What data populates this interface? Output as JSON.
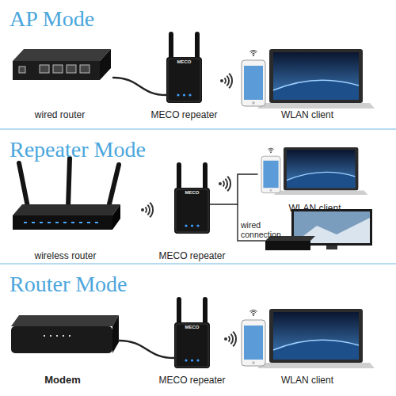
{
  "diagram": {
    "nodes": [
      {
        "text": [
          "AP Mode"
        ]
      },
      {
        "text": [
          "wired router"
        ],
        "in": 0
      },
      {
        "text": [
          "MECO repeater"
        ],
        "in": 0
      },
      {
        "text": [
          "WLAN client"
        ],
        "in": 0
      },
      {
        "text": [
          "Repeater Mode"
        ]
      },
      {
        "text": [
          "wireless router"
        ],
        "in": 4
      },
      {
        "text": [
          "MECO repeater"
        ],
        "in": 4
      },
      {
        "text": [
          "WLAN client"
        ],
        "in": 4
      },
      {
        "text": [
          "Router Mode"
        ]
      },
      {
        "text": [
          "Modem"
        ],
        "in": 8
      },
      {
        "text": [
          "MECO repeater"
        ],
        "in": 8
      },
      {
        "text": [
          "WLAN client"
        ],
        "in": 8
      }
    ],
    "edges": [
      {
        "from": 1,
        "to": 2,
        "arrow": "none"
      },
      {
        "from": 6,
        "to": 7,
        "arrow": "none"
      },
      {
        "from": 9,
        "to": 10,
        "arrow": "none"
      }
    ],
    "labels": [
      "MECO",
      "MECO",
      "MECO",
      "wired connection"
    ]
  }
}
